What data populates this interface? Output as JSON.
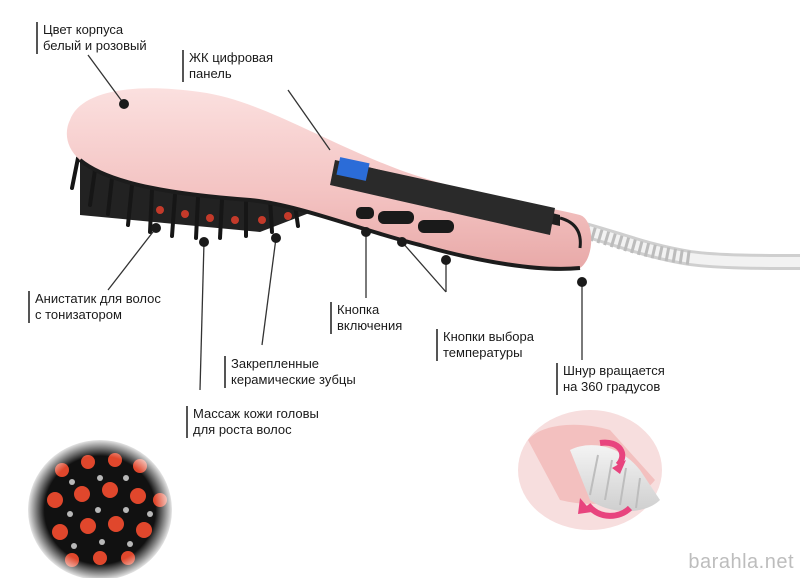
{
  "callouts": {
    "body_color": {
      "line1": "Цвет корпуса",
      "line2": "белый и розовый"
    },
    "lcd_panel": {
      "line1": "ЖК цифровая",
      "line2": "панель"
    },
    "antistatic": {
      "line1": "Анистатик для волос",
      "line2": "с тонизатором"
    },
    "power_button": {
      "line1": "Кнопка",
      "line2": "включения"
    },
    "temp_buttons": {
      "line1": "Кнопки выбора",
      "line2": "температуры"
    },
    "cord": {
      "line1": "Шнур вращается",
      "line2": "на 360 градусов"
    },
    "ceramic_teeth": {
      "line1": "Закрепленные",
      "line2": "керамические зубцы"
    },
    "massage": {
      "line1": "Массаж кожи головы",
      "line2": "для роста волос"
    }
  },
  "watermark": "barahla.net",
  "colors": {
    "body_pink": "#f6c9c8",
    "bristle_dark": "#1e1e1e",
    "tip_red": "#e0472c",
    "screen": "#2a2a2a",
    "lcd_blue": "#2b6cd8",
    "arrow_pink": "#e8447e"
  }
}
